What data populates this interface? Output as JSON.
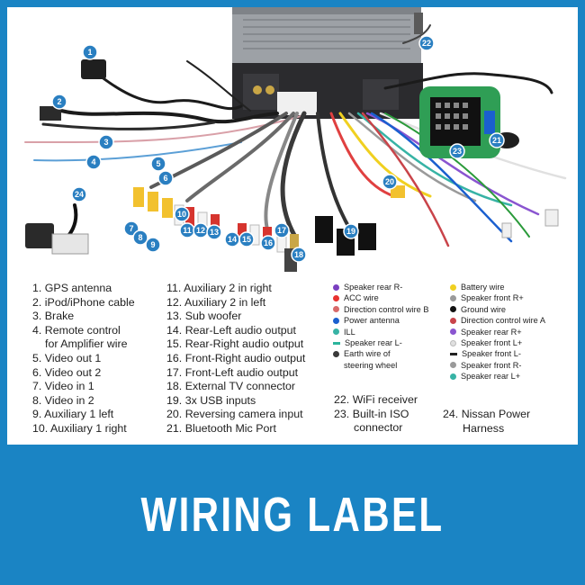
{
  "legend_col1": [
    {
      "num": "1.",
      "text": "GPS antenna"
    },
    {
      "num": "2.",
      "text": "iPod/iPhone cable"
    },
    {
      "num": "3.",
      "text": "Brake"
    },
    {
      "num": "4.",
      "text": "Remote control",
      "text2": "for Amplifier wire"
    },
    {
      "num": "5.",
      "text": "Video out 1"
    },
    {
      "num": "6.",
      "text": "Video out 2"
    },
    {
      "num": "7.",
      "text": "Video in 1"
    },
    {
      "num": "8.",
      "text": "Video in 2"
    },
    {
      "num": "9.",
      "text": "Auxiliary 1 left"
    },
    {
      "num": "10.",
      "text": "Auxiliary 1 right"
    }
  ],
  "legend_col2": [
    {
      "num": "11.",
      "text": "Auxiliary 2 in right"
    },
    {
      "num": "12.",
      "text": "Auxiliary 2 in left"
    },
    {
      "num": "13.",
      "text": "Sub woofer"
    },
    {
      "num": "14.",
      "text": "Rear-Left audio output"
    },
    {
      "num": "15.",
      "text": "Rear-Right audio output"
    },
    {
      "num": "16.",
      "text": "Front-Right audio output"
    },
    {
      "num": "17.",
      "text": "Front-Left audio output"
    },
    {
      "num": "18.",
      "text": "External TV connector"
    },
    {
      "num": "19.",
      "text": "3x USB inputs"
    },
    {
      "num": "20.",
      "text": "Reversing camera input"
    },
    {
      "num": "21.",
      "text": "Bluetooth Mic Port"
    }
  ],
  "legend_col3": [
    {
      "num": "22.",
      "text": "WiFi receiver"
    },
    {
      "num": "23.",
      "text": "Built-in ISO",
      "text2": "connector"
    }
  ],
  "legend_col4": [
    {
      "num": "24.",
      "text": "Nissan Power",
      "text2": "Harness"
    }
  ],
  "wires_left": [
    {
      "text": "Speaker rear R-",
      "color": "#7a3fc0",
      "style": "dot-stripe"
    },
    {
      "text": "ACC wire",
      "color": "#e8312f",
      "style": "dot"
    },
    {
      "text": "Direction control wire B",
      "color": "#d86a6a",
      "style": "dot"
    },
    {
      "text": "Power antenna",
      "color": "#1a5fcf",
      "style": "dot"
    },
    {
      "text": "ILL",
      "color": "#37b3a5",
      "style": "dot"
    },
    {
      "text": "Speaker rear L-",
      "color": "#2bb59c",
      "style": "dash"
    },
    {
      "text": "Earth wire of",
      "text2": "steering wheel",
      "color": "#3a3a3a",
      "style": "dot"
    }
  ],
  "wires_right": [
    {
      "text": "Battery wire",
      "color": "#f0d020",
      "style": "dot"
    },
    {
      "text": "Speaker front R+",
      "color": "#9a9a9a",
      "style": "dot"
    },
    {
      "text": "Ground wire",
      "color": "#111111",
      "style": "dot"
    },
    {
      "text": "Direction control wire A",
      "color": "#c9444a",
      "style": "dot"
    },
    {
      "text": "Speaker rear R+",
      "color": "#8a55d0",
      "style": "dot"
    },
    {
      "text": "Speaker front L+",
      "color": "#e0e0e0",
      "style": "dot"
    },
    {
      "text": "Speaker front L-",
      "color": "#222222",
      "style": "dash"
    },
    {
      "text": "Speaker front R-",
      "color": "#9a9a9a",
      "style": "dot"
    },
    {
      "text": "Speaker rear L+",
      "color": "#37b3a5",
      "style": "dot"
    }
  ],
  "badges": [
    "1",
    "2",
    "3",
    "4",
    "5",
    "6",
    "7",
    "8",
    "9",
    "10",
    "11",
    "12",
    "13",
    "14",
    "15",
    "16",
    "17",
    "18",
    "19",
    "20",
    "21",
    "22",
    "23",
    "24"
  ],
  "title": "WIRING LABEL",
  "colors": {
    "frame_blue": "#1a84c4",
    "badge_blue": "#2a7fc1",
    "iso_green": "#2f9e55"
  }
}
